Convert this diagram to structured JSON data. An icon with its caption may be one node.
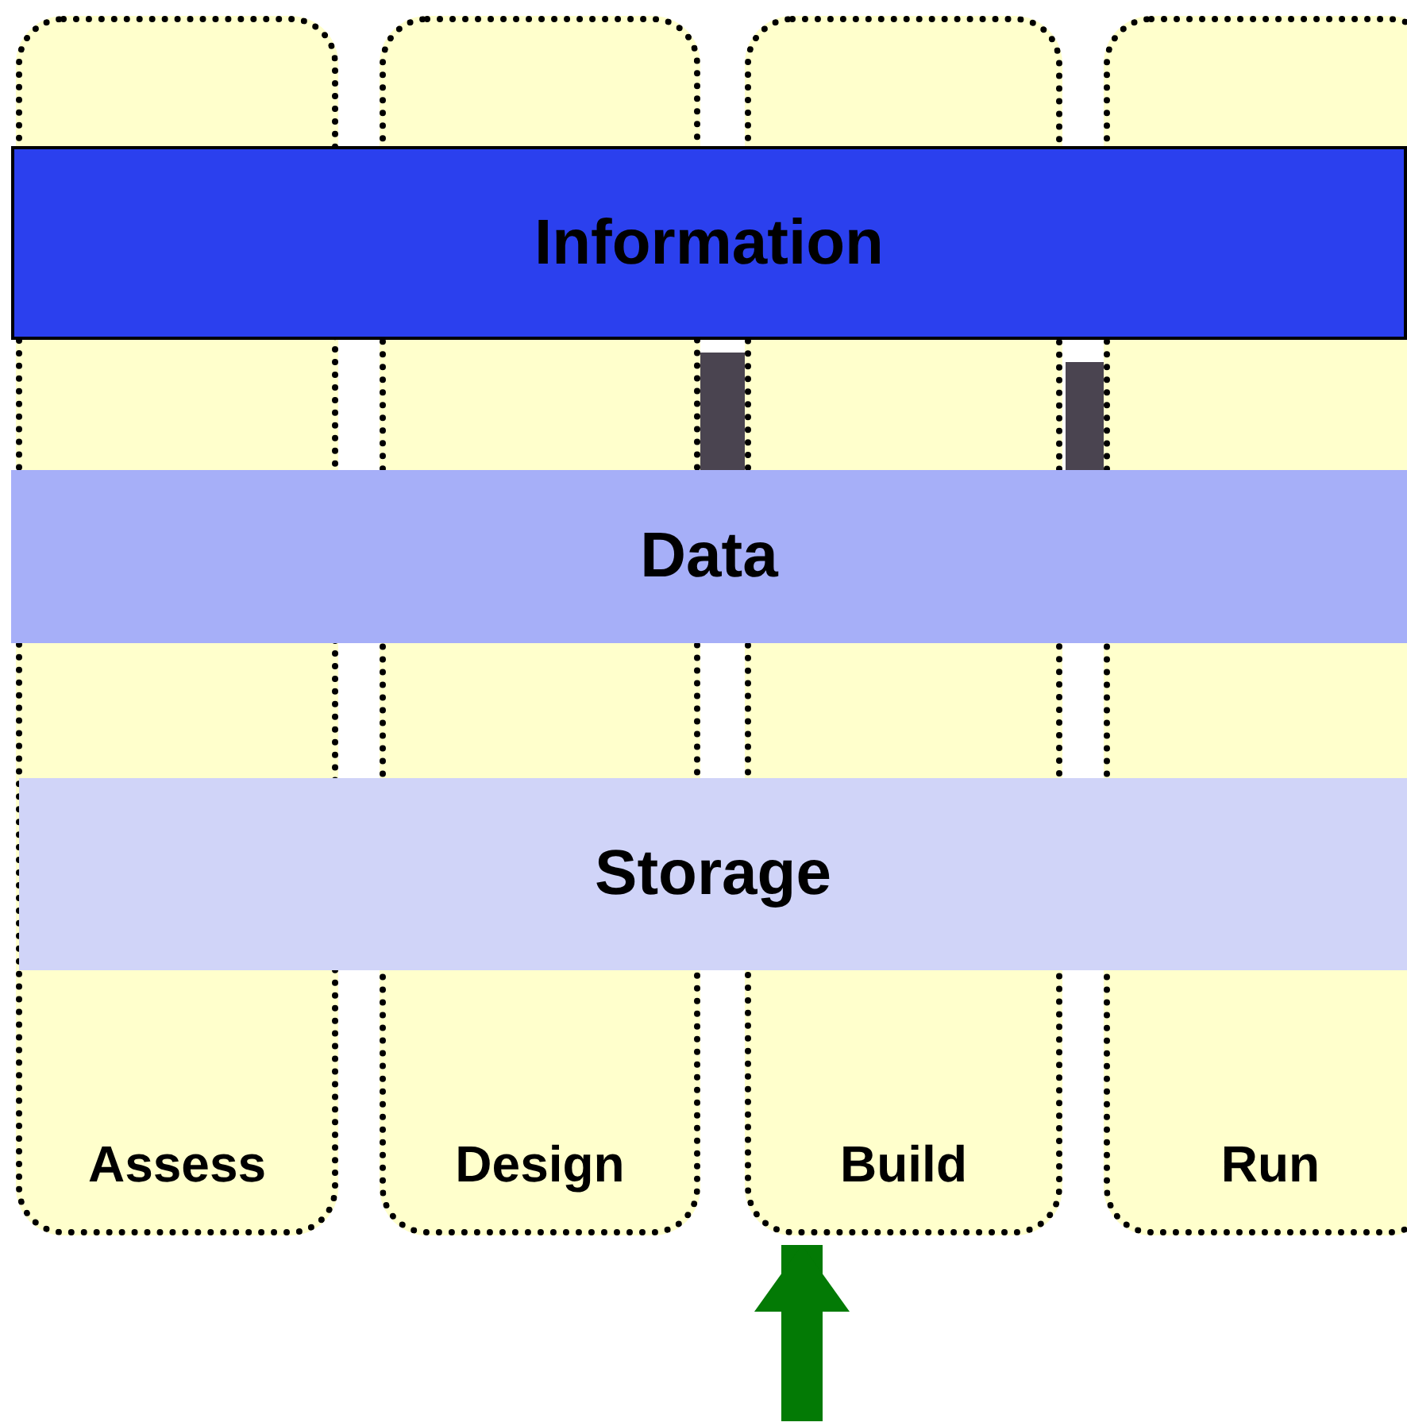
{
  "diagram": {
    "nodes": [
      {
        "text": [
          "Assess"
        ]
      },
      {
        "text": [
          "Design"
        ]
      },
      {
        "text": [
          "Build"
        ]
      },
      {
        "text": [
          "Run"
        ]
      },
      {
        "text": [
          "Information"
        ]
      },
      {
        "text": [
          "Data"
        ]
      },
      {
        "text": [
          "Storage"
        ]
      },
      {
        "text": [],
        "shape": "bar"
      },
      {
        "text": [],
        "shape": "bar"
      }
    ],
    "edges": [
      {
        "from": null,
        "to": 2,
        "arrow": "to",
        "color": "#037a05"
      }
    ]
  }
}
